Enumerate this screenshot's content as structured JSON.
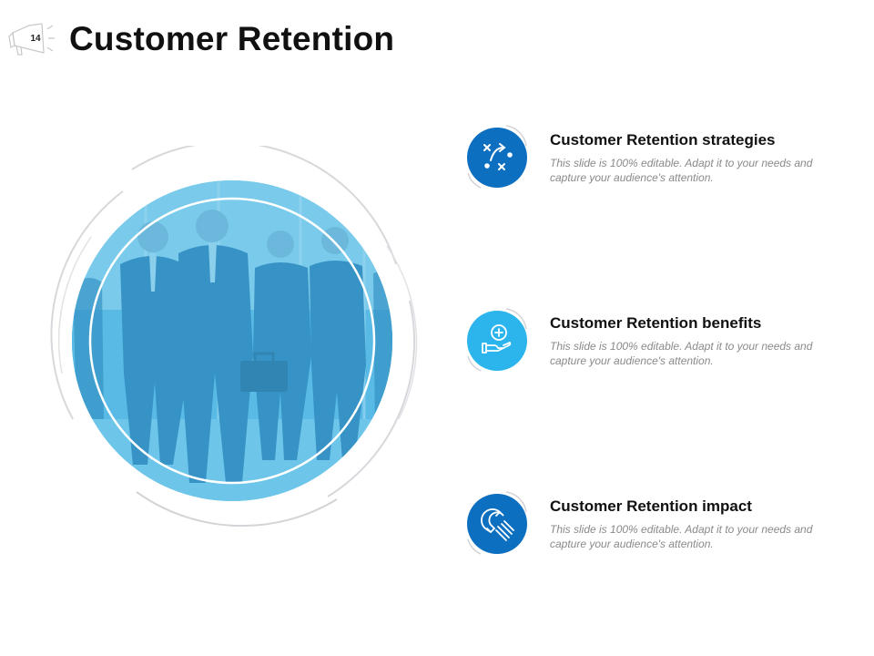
{
  "slide": {
    "number": "14",
    "title": "Customer Retention"
  },
  "colors": {
    "dark_blue": "#0d6fc0",
    "light_blue": "#2bb5ec",
    "photo_tint": "#4fb6e3",
    "ring_gray": "#d4d4d8"
  },
  "items": [
    {
      "title": "Customer Retention strategies",
      "desc": "This slide is 100% editable. Adapt it to your needs and capture your audience's attention.",
      "icon": "strategy-play-icon",
      "color": "#0d6fc0"
    },
    {
      "title": "Customer Retention benefits",
      "desc": "This slide is 100% editable. Adapt it to your needs and capture your audience's attention.",
      "icon": "hand-coin-icon",
      "color": "#2bb5ec"
    },
    {
      "title": "Customer Retention impact",
      "desc": "This slide is 100% editable. Adapt it to your needs and capture your audience's attention.",
      "icon": "magnet-icon",
      "color": "#0d6fc0"
    }
  ]
}
